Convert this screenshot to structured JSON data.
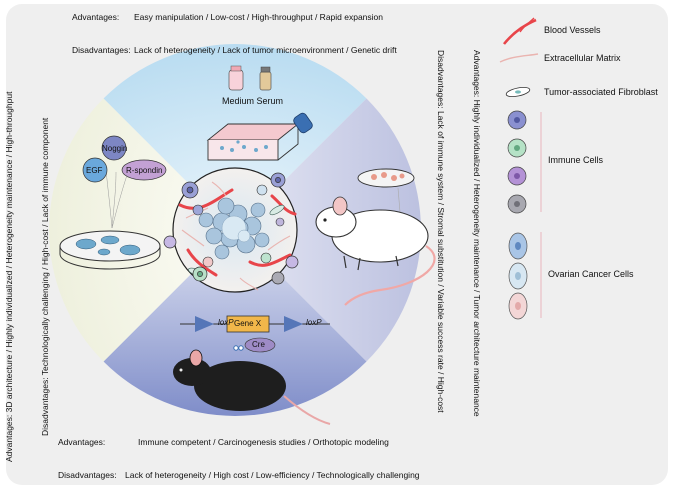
{
  "top": {
    "advantages_label": "Advantages:",
    "advantages": "Easy manipulation / Low-cost / High-throughput / Rapid expansion",
    "disadvantages_label": "Disadvantages:",
    "disadvantages": "Lack of heterogeneity / Lack of tumor microenvironment / Genetic drift"
  },
  "bottom": {
    "advantages_label": "Advantages:",
    "advantages": "Immune competent / Carcinogenesis studies / Orthotopic modeling",
    "disadvantages_label": "Disadvantages:",
    "disadvantages": "Lack of heterogeneity / High cost / Low-efficiency / Technologically challenging"
  },
  "left": {
    "advantages": "Advantages:     3D architecture / Highly individualized / Heterogeneity maintenance / High-throughput",
    "disadvantages": "Disadvantages: Technologically challenging / High-cost / Lack of immune component"
  },
  "right": {
    "disadvantages": "Disadvantages: Lack of immune system / Stromal substitution / Variable success rate / High-cost",
    "advantages": "Advantages:     Highly individualized / Heterogeneity maintenance / Tumor architecture maintenance"
  },
  "center": {
    "medium_serum": "Medium Serum",
    "noggin": "Noggin",
    "egf": "EGF",
    "r_spondin": "R-spondin",
    "loxp_left": "loxP",
    "gene_x": "Gene X",
    "loxp_right": "loxP",
    "cre": "Cre"
  },
  "legend": {
    "blood_vessels": "Blood Vessels",
    "extracellular_matrix": "Extracellular Matrix",
    "fibroblast": "Tumor-associated Fibroblast",
    "immune_cells": "Immune Cells",
    "ovarian_cancer_cells": "Ovarian Cancer Cells"
  },
  "colors": {
    "top_sector": "#c9e4f4",
    "right_sector": "#cfd3ea",
    "bottom_sector": "#8a97cf",
    "left_sector": "#f4f5e8",
    "blood_vessel": "#e8454a",
    "ecm": "#eab4b0"
  }
}
